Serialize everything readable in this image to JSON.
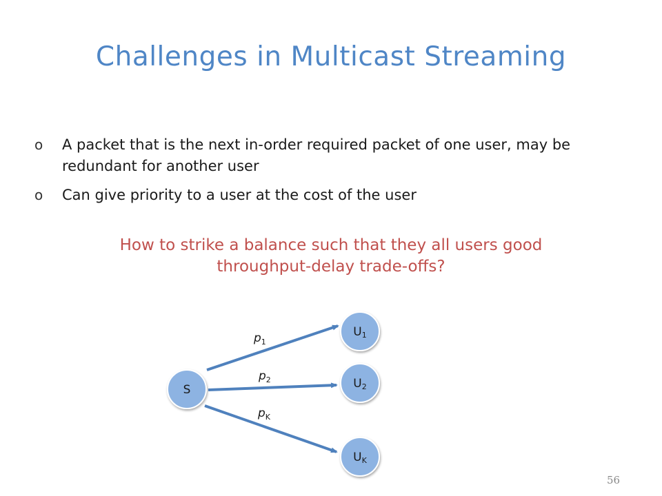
{
  "slide": {
    "title": "Challenges in Multicast Streaming",
    "bullet_marker": "o",
    "bullets": [
      "A packet that is the next in-order required packet of one user, may be redundant for another user",
      "Can give priority to a user at the cost of the user"
    ],
    "question_line1": "How to strike a balance such that they all users good",
    "question_line2": "throughput-delay trade-offs?",
    "page_number": "56"
  },
  "diagram": {
    "source": {
      "label": "S"
    },
    "users": [
      {
        "base": "U",
        "sub": "1"
      },
      {
        "base": "U",
        "sub": "2"
      },
      {
        "base": "U",
        "sub": "K"
      }
    ],
    "edges": [
      {
        "base": "p",
        "sub": "1"
      },
      {
        "base": "p",
        "sub": "2"
      },
      {
        "base": "p",
        "sub": "K"
      }
    ],
    "colors": {
      "node_fill": "#8db3e2",
      "node_stroke": "#ffffff",
      "edge": "#4f81bd",
      "title": "#4f86c6",
      "question": "#c0504d"
    }
  }
}
